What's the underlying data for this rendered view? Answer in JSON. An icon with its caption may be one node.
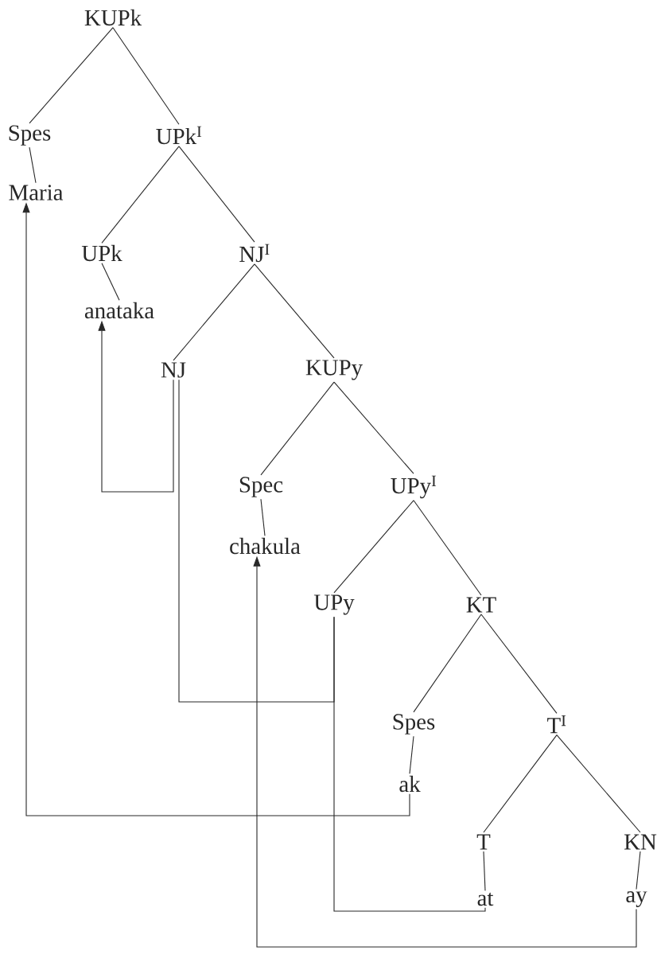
{
  "diagram": {
    "nodes": [
      {
        "text": [
          "KUPk"
        ]
      },
      {
        "text": [
          "Spes"
        ]
      },
      {
        "text": [
          "UPk$^{I}$"
        ]
      },
      {
        "text": [
          "Maria"
        ]
      },
      {
        "text": [
          "UPk"
        ]
      },
      {
        "text": [
          "NJ$^{I}$"
        ]
      },
      {
        "text": [
          "anataka"
        ]
      },
      {
        "text": [
          "NJ"
        ]
      },
      {
        "text": [
          "KUPy"
        ]
      },
      {
        "text": [
          "Spec"
        ]
      },
      {
        "text": [
          "UPy$^{I}$"
        ]
      },
      {
        "text": [
          "chakula"
        ]
      },
      {
        "text": [
          "UPy"
        ]
      },
      {
        "text": [
          "KT"
        ]
      },
      {
        "text": [
          "Spes"
        ]
      },
      {
        "text": [
          "T$^{I}$"
        ]
      },
      {
        "text": [
          "ak"
        ]
      },
      {
        "text": [
          "T"
        ]
      },
      {
        "text": [
          "KN"
        ]
      },
      {
        "text": [
          "at"
        ]
      },
      {
        "text": [
          "ay"
        ]
      }
    ],
    "edges": [
      {
        "from": 0,
        "to": 1,
        "arrow": "none"
      },
      {
        "from": 0,
        "to": 2,
        "arrow": "none"
      },
      {
        "from": 1,
        "to": 3,
        "arrow": "none"
      },
      {
        "from": 2,
        "to": 4,
        "arrow": "none"
      },
      {
        "from": 2,
        "to": 5,
        "arrow": "none"
      },
      {
        "from": 4,
        "to": 6,
        "arrow": "none"
      },
      {
        "from": 5,
        "to": 7,
        "arrow": "none"
      },
      {
        "from": 5,
        "to": 8,
        "arrow": "none"
      },
      {
        "from": 8,
        "to": 9,
        "arrow": "none"
      },
      {
        "from": 8,
        "to": 10,
        "arrow": "none"
      },
      {
        "from": 9,
        "to": 11,
        "arrow": "none"
      },
      {
        "from": 10,
        "to": 12,
        "arrow": "none"
      },
      {
        "from": 10,
        "to": 13,
        "arrow": "none"
      },
      {
        "from": 13,
        "to": 14,
        "arrow": "none"
      },
      {
        "from": 13,
        "to": 15,
        "arrow": "none"
      },
      {
        "from": 14,
        "to": 16,
        "arrow": "none"
      },
      {
        "from": 15,
        "to": 17,
        "arrow": "none"
      },
      {
        "from": 15,
        "to": 18,
        "arrow": "none"
      },
      {
        "from": 17,
        "to": 19,
        "arrow": "none"
      },
      {
        "from": 18,
        "to": 20,
        "arrow": "none"
      },
      {
        "from": 16,
        "to": 3,
        "arrow": "to"
      },
      {
        "from": 19,
        "to": 12,
        "arrow": "none"
      },
      {
        "from": 12,
        "to": 7,
        "arrow": "none"
      },
      {
        "from": 7,
        "to": 6,
        "arrow": "to"
      },
      {
        "from": 20,
        "to": 11,
        "arrow": "to"
      }
    ]
  }
}
